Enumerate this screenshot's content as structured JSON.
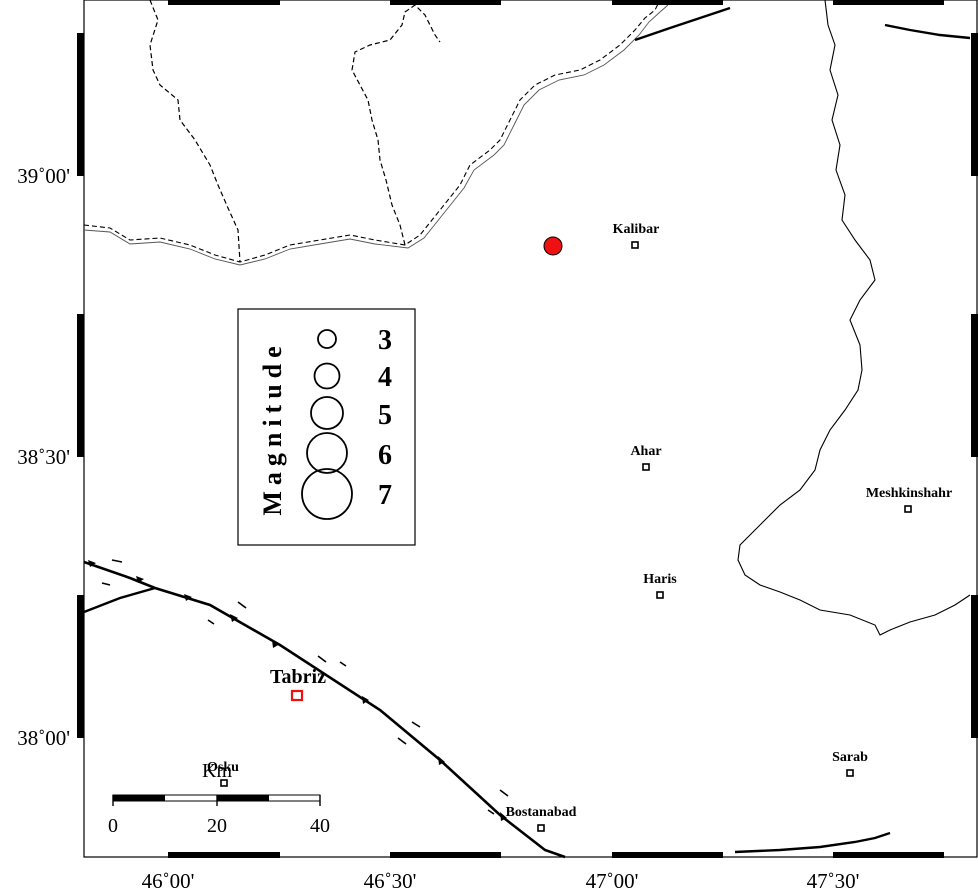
{
  "map": {
    "longitude_ticks": [
      "46˚00'",
      "46˚30'",
      "47˚00'",
      "47˚30'"
    ],
    "latitude_ticks": [
      "39˚00'",
      "38˚30'",
      "38˚00'"
    ],
    "cities": [
      {
        "name": "Kalibar"
      },
      {
        "name": "Ahar"
      },
      {
        "name": "Meshkinshahr"
      },
      {
        "name": "Haris"
      },
      {
        "name": "Tabriz"
      },
      {
        "name": "Sarab"
      },
      {
        "name": "Osku"
      },
      {
        "name": "Bostanabad"
      }
    ],
    "legend": {
      "title": "Magnitude",
      "values": [
        "3",
        "4",
        "5",
        "6",
        "7"
      ]
    },
    "scale_bar": {
      "unit": "Km",
      "labels": [
        "0",
        "20",
        "40"
      ]
    },
    "colors": {
      "event": "#ee1111",
      "capital": "#ee1111",
      "lines": "#000000"
    }
  }
}
